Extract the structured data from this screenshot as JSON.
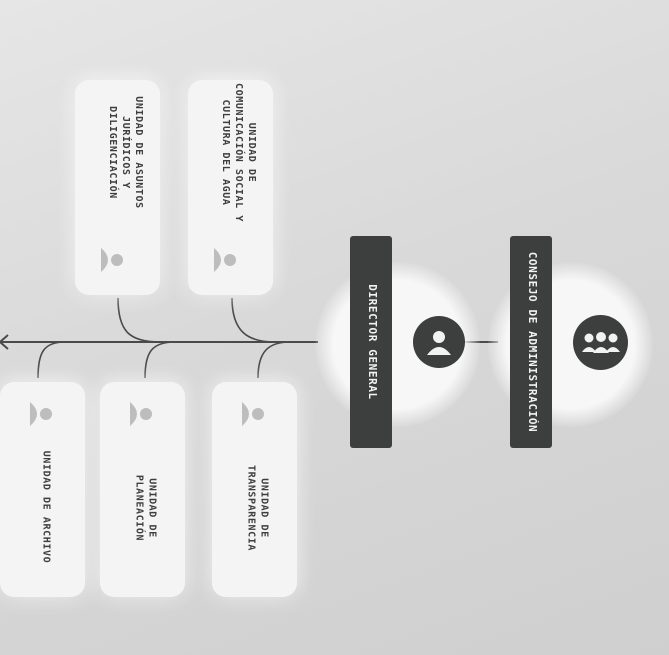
{
  "diagram": {
    "consejo": {
      "label": "CONSEJO DE ADMINISTRACIÓN",
      "icon": "group-icon"
    },
    "director": {
      "label": "DIRECTOR GENERAL",
      "icon": "person-icon"
    },
    "units_top": [
      {
        "label": "UNIDAD DE\nCOMUNICACIÓN SOCIAL Y\nCULTURA DEL AGUA",
        "icon": "person-icon"
      },
      {
        "label": "UNIDAD DE ASUNTOS\nJURÍDICOS Y\nDILIGENCIACIÓN",
        "icon": "person-icon"
      }
    ],
    "units_bottom": [
      {
        "label": "UNIDAD DE\nTRANSPARENCIA",
        "icon": "person-icon"
      },
      {
        "label": "UNIDAD DE\nPLANEACIÓN",
        "icon": "person-icon"
      },
      {
        "label": "UNIDAD DE ARCHIVO",
        "icon": "person-icon"
      }
    ],
    "colors": {
      "dark": "#3d3f3e",
      "card": "#f4f4f4",
      "line": "#4a4a4a",
      "icon_light": "#bdbdbd"
    }
  }
}
